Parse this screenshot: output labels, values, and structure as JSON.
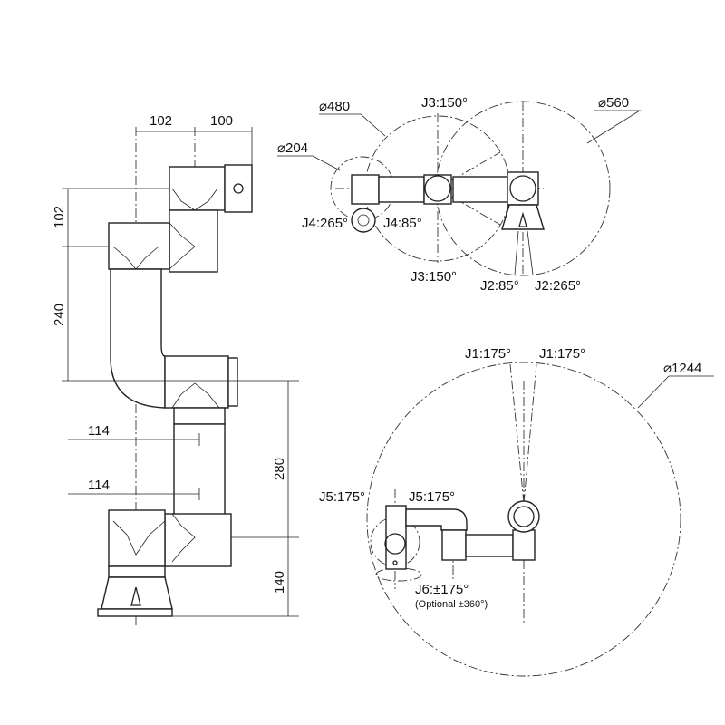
{
  "title": "Robot arm dimensions and joint ranges",
  "side_view": {
    "dims": {
      "top_left": "102",
      "top_right": "100",
      "v_102": "102",
      "v_240": "240",
      "v_280": "280",
      "v_140": "140",
      "h_114_upper": "114",
      "h_114_lower": "114"
    }
  },
  "top_view": {
    "d480": "⌀480",
    "d560": "⌀560",
    "d204": "⌀204",
    "j3_top": "J3:150°",
    "j3_bottom": "J3:150°",
    "j4_left": "J4:265°",
    "j4_right": "J4:85°",
    "j2_left": "J2:85°",
    "j2_right": "J2:265°"
  },
  "reach_view": {
    "d1244": "⌀1244",
    "j1_left": "J1:175°",
    "j1_right": "J1:175°",
    "j5_left": "J5:175°",
    "j5_right": "J5:175°",
    "j6": "J6:±175°",
    "j6_optional": "(Optional ±360°)"
  }
}
